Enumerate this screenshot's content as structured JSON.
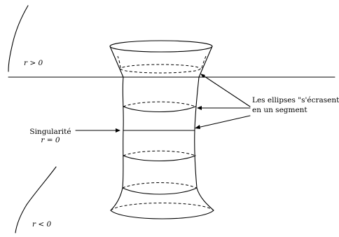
{
  "labels": {
    "r_positive": "r > 0",
    "r_negative": "r < 0",
    "ellipses_line1": "Les ellipses \"s'écrasent\"",
    "ellipses_line2": "en un segment",
    "singularity_line1": "Singularité",
    "singularity_line2": "r = 0"
  }
}
